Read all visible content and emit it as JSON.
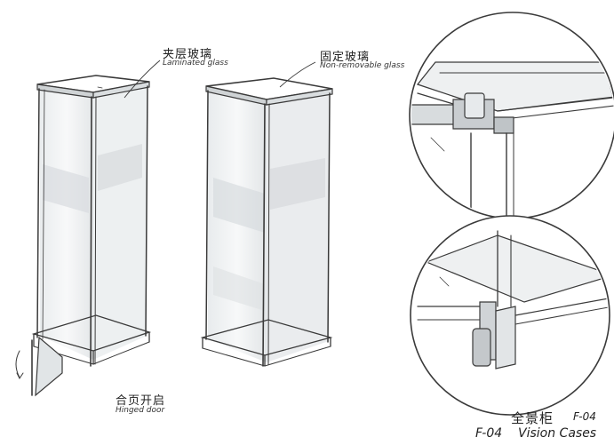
{
  "callouts": {
    "laminated": {
      "cn": "夹层玻璃",
      "en": "Laminated glass"
    },
    "fixed": {
      "cn": "固定玻璃",
      "en": "Non-removable glass"
    },
    "hinged": {
      "cn": "合页开启",
      "en": "Hinged door"
    }
  },
  "title_block": {
    "cn": "全景柜",
    "code_top": "F-04",
    "code": "F-04",
    "name": "Vision Cases"
  },
  "colors": {
    "ink": "#3a3a3a",
    "glass": "#eef1f2",
    "shadow": "#cfd3d5"
  }
}
